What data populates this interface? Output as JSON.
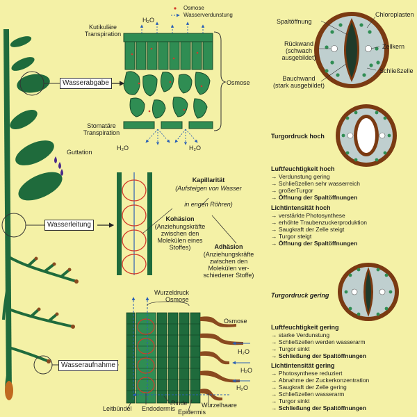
{
  "legend": {
    "osmosis": "Osmose",
    "evaporation": "Wasserverdunstung"
  },
  "labels": {
    "h2o": "H₂O",
    "cuticular": [
      "Kutikuläre",
      "Transpiration"
    ],
    "stomatal": [
      "Stomatäre",
      "Transpiration"
    ],
    "osmosis_leaf": "Osmose",
    "guttation": "Guttation",
    "wasserabgabe": "Wasserabgabe",
    "wasserleitung": "Wasserleitung",
    "wasseraufnahme": "Wasseraufnahme",
    "kapillar_title": "Kapillarität",
    "kapillar_sub": "(Aufsteigen von Wasser",
    "kapillar_sub2": "in engen Röhren)",
    "kohaesion_title": "Kohäsion",
    "kohaesion_text": [
      "(Anziehungskräfte",
      "zwischen den",
      "Molekülen eines",
      "Stoffes)"
    ],
    "adhaesion_title": "Adhäsion",
    "adhaesion_text": [
      "(Anziehungskräfte",
      "zwischen den",
      "Molekülen ver-",
      "schiedener Stoffe)"
    ],
    "wurzeldruck": "Wurzeldruck",
    "osmose_root": "Osmose",
    "osmose_right": "Osmose",
    "leitbuendel": "Leitbündel",
    "endodermis": "Endodermis",
    "rinde": "Rinde",
    "epidermis": "Epidermis",
    "wurzelhaare": "Wurzelhaare",
    "spaltoeffnung": "Spaltöffnung",
    "chloroplasten": "Chloroplasten",
    "rueckwand": [
      "Rückwand",
      "(schwach",
      "ausgebildet)"
    ],
    "zellkern": "Zellkern",
    "bauchwand": [
      "Bauchwand",
      "(stark ausgebildet)"
    ],
    "schliesszelle": "Schließzelle"
  },
  "turgor_high": "Turgordruck hoch",
  "turgor_low": "Turgordruck gering",
  "humidity_high": {
    "title": "Luftfeuchtigkeit hoch",
    "items": [
      "Verdunstung gering",
      "Schließzellen sehr wasserreich",
      "großerTurgor"
    ],
    "result": "Öffnung der Spaltöffnungen"
  },
  "light_high": {
    "title": "Lichtintensität hoch",
    "items": [
      "verstärkte Photosynthese",
      "erhöhte Traubenzuckerproduktion",
      "Saugkraft der Zelle steigt",
      "Turgor steigt"
    ],
    "result": "Öffnung der Spaltöffnungen"
  },
  "humidity_low": {
    "title": "Luftfeuchtigkeit gering",
    "items": [
      "starke Verdunstung",
      "Schließzellen werden wasserarm",
      "Turgor sinkt"
    ],
    "result": "Schließung der Spaltöffnungen"
  },
  "light_low": {
    "title": "Lichtintensität gering",
    "items": [
      "Photosynthese reduziert",
      "Abnahme der Zuckerkonzentration",
      "Saugkraft der Zelle gering",
      "Schließzellen wasserarm",
      "Turgor sinkt"
    ],
    "result": "Schließung der Spaltöffnungen"
  },
  "colors": {
    "background": "#f4f1a6",
    "plant_green": "#1f6b3c",
    "cell_green": "#2f8d53",
    "root_brown": "#8a4a1f",
    "wall_brown": "#7a3a12",
    "guard_cell": "#bfcfcf",
    "water_blue": "#2a5fb5",
    "osmosis_red": "#d23a2a",
    "guttation_purple": "#4a2a8a"
  }
}
